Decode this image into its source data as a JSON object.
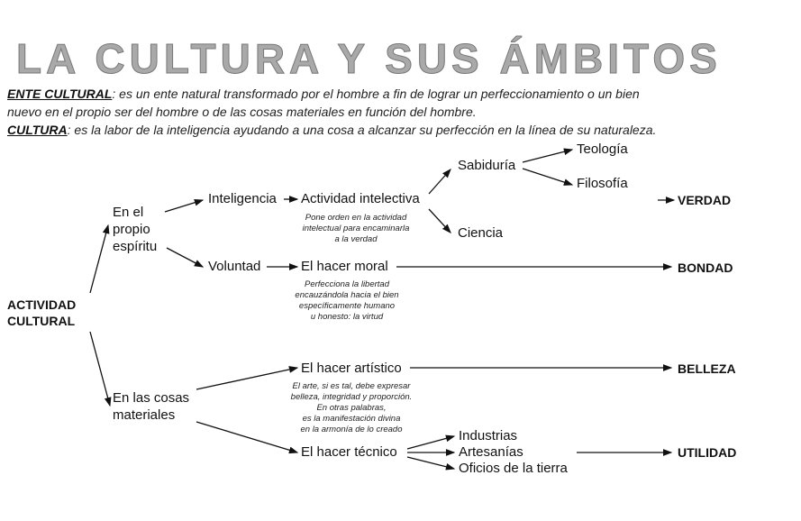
{
  "title": "LA CULTURA Y SUS ÁMBITOS",
  "definitions": [
    {
      "term": "ENTE CULTURAL",
      "text": ": es un ente natural transformado por el hombre a fin de lograr un perfeccionamiento o un bien",
      "cont": "nuevo en el propio ser del hombre o de las cosas materiales en función del hombre."
    },
    {
      "term": "CULTURA",
      "text": ": es la labor de la inteligencia ayudando a una cosa a alcanzar su perfección en la línea de su naturaleza."
    }
  ],
  "root": [
    "ACTIVIDAD",
    "CULTURAL"
  ],
  "branch_spirit": [
    "En el",
    "propio",
    "espíritu"
  ],
  "branch_material": [
    "En las cosas",
    "materiales"
  ],
  "inteligencia": "Inteligencia",
  "actividad_intelectiva": "Actividad intelectiva",
  "note_intelectiva": [
    "Pone orden en la actividad",
    "intelectual para encaminarla",
    "a la verdad"
  ],
  "sabiduria": "Sabiduría",
  "teologia": "Teología",
  "filosofia": "Filosofía",
  "ciencia": "Ciencia",
  "voluntad": "Voluntad",
  "hacer_moral": "El hacer moral",
  "note_moral": [
    "Perfecciona la libertad",
    "encauzándola hacia el bien",
    "específicamente humano",
    "u honesto: la virtud"
  ],
  "hacer_artistico": "El hacer artístico",
  "note_artistico": [
    "El arte, si es tal, debe expresar",
    "belleza, integridad y proporción.",
    "En otras palabras,",
    "es la manifestación divina",
    "en la armonía de lo creado"
  ],
  "hacer_tecnico": "El hacer técnico",
  "industrias": "Industrias",
  "artesanias": "Artesanías",
  "oficios": "Oficios de la tierra",
  "values": {
    "verdad": "VERDAD",
    "bondad": "BONDAD",
    "belleza": "BELLEZA",
    "utilidad": "UTILIDAD"
  }
}
